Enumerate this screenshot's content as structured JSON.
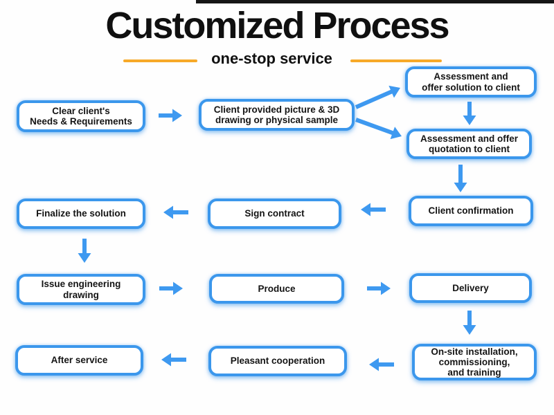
{
  "header": {
    "title": "Customized Process",
    "subtitle": "one-stop service"
  },
  "colors": {
    "box_border_blue": "#3B97EC",
    "arrow_blue": "#3E99F0",
    "subtitle_line_orange": "#F7A928",
    "text_black": "#141414",
    "top_bar_dark": "#161616"
  },
  "nodes": [
    {
      "id": "clear-needs",
      "label": "Clear client's\nNeeds & Requirements"
    },
    {
      "id": "client-provided",
      "label": "Client provided picture & 3D\ndrawing or physical sample"
    },
    {
      "id": "assessment-solution",
      "label": "Assessment and\noffer solution to client"
    },
    {
      "id": "assessment-quotation",
      "label": "Assessment and offer\nquotation to client"
    },
    {
      "id": "client-confirmation",
      "label": "Client confirmation"
    },
    {
      "id": "sign-contract",
      "label": "Sign contract"
    },
    {
      "id": "finalize-solution",
      "label": "Finalize the solution"
    },
    {
      "id": "issue-drawing",
      "label": "Issue engineering\ndrawing"
    },
    {
      "id": "produce",
      "label": "Produce"
    },
    {
      "id": "delivery",
      "label": "Delivery"
    },
    {
      "id": "onsite-installation",
      "label": "On-site installation,\ncommissioning,\nand training"
    },
    {
      "id": "pleasant-cooperation",
      "label": "Pleasant cooperation"
    },
    {
      "id": "after-service",
      "label": "After service"
    }
  ],
  "edges": [
    {
      "from": "clear-needs",
      "to": "client-provided"
    },
    {
      "from": "client-provided",
      "to": "assessment-solution"
    },
    {
      "from": "client-provided",
      "to": "assessment-quotation"
    },
    {
      "from": "assessment-solution",
      "to": "assessment-quotation"
    },
    {
      "from": "assessment-quotation",
      "to": "client-confirmation"
    },
    {
      "from": "client-confirmation",
      "to": "sign-contract"
    },
    {
      "from": "sign-contract",
      "to": "finalize-solution"
    },
    {
      "from": "finalize-solution",
      "to": "issue-drawing"
    },
    {
      "from": "issue-drawing",
      "to": "produce"
    },
    {
      "from": "produce",
      "to": "delivery"
    },
    {
      "from": "delivery",
      "to": "onsite-installation"
    },
    {
      "from": "onsite-installation",
      "to": "pleasant-cooperation"
    },
    {
      "from": "pleasant-cooperation",
      "to": "after-service"
    }
  ]
}
